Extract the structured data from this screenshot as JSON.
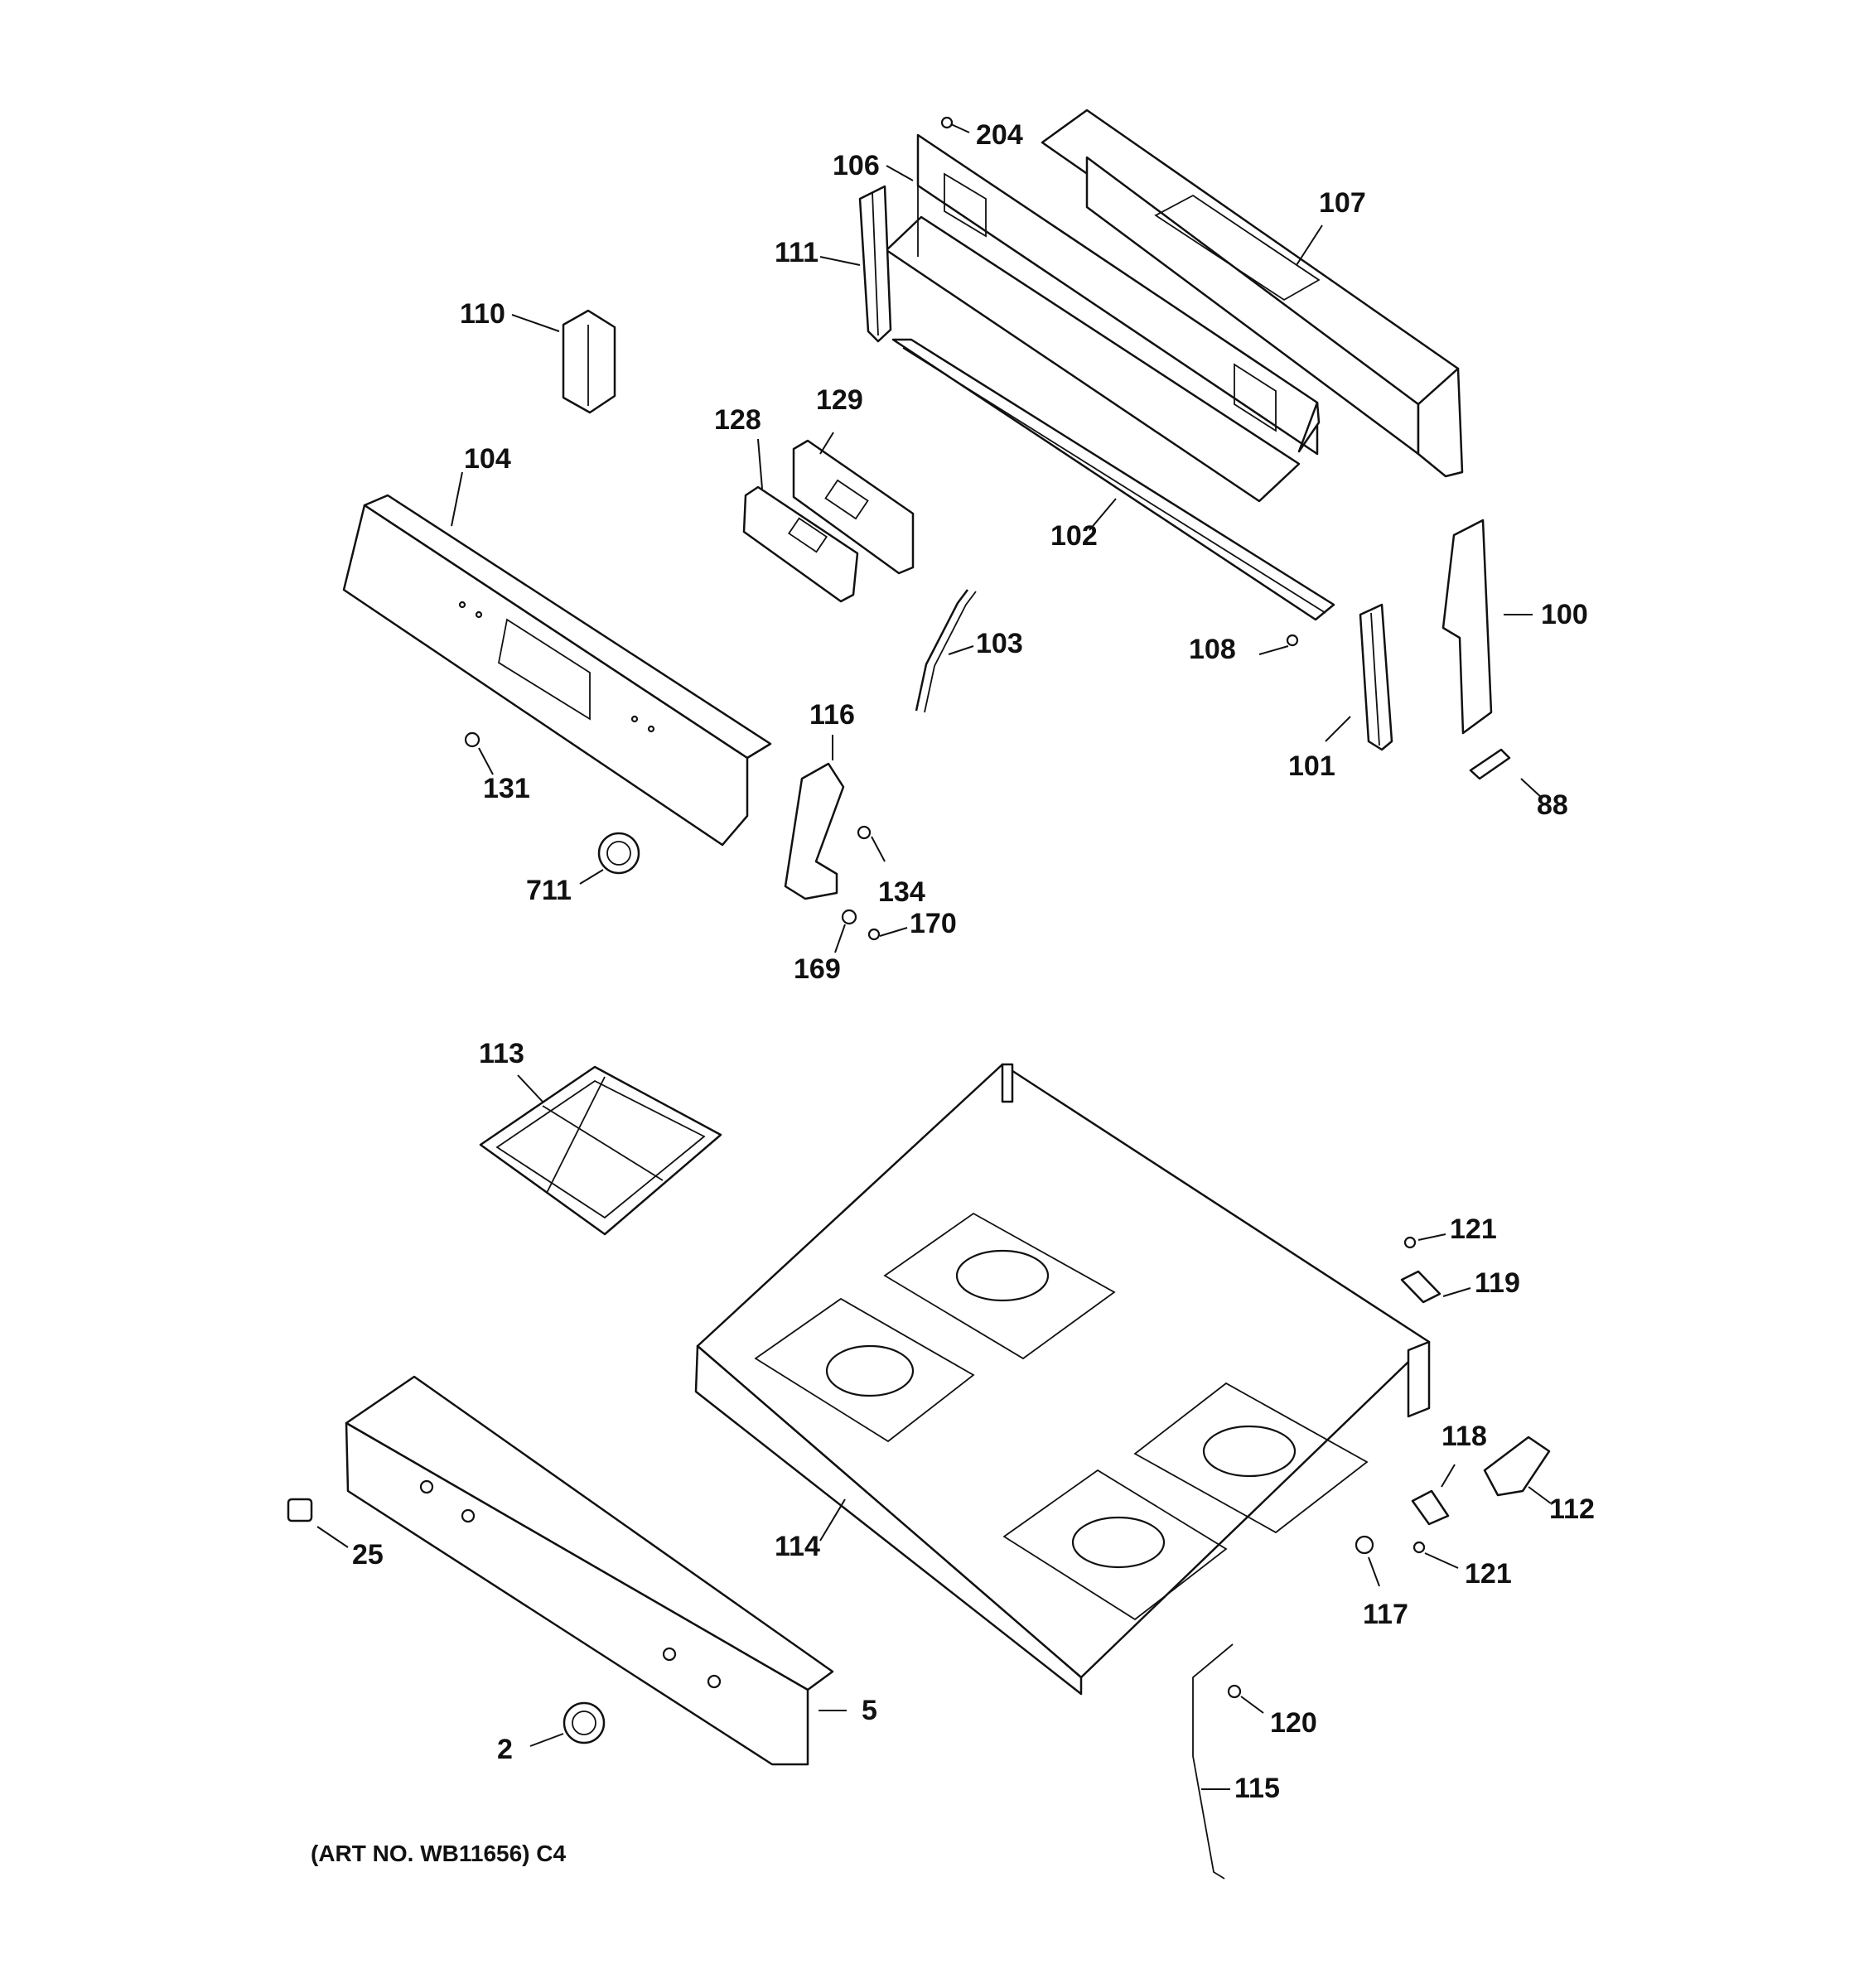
{
  "diagram": {
    "caption": "(ART NO. WB11656) C4",
    "callouts": {
      "c204": "204",
      "c106": "106",
      "c107": "107",
      "c111": "111",
      "c110": "110",
      "c128": "128",
      "c129": "129",
      "c104": "104",
      "c102": "102",
      "c100": "100",
      "c103": "103",
      "c108": "108",
      "c101": "101",
      "c88": "88",
      "c116": "116",
      "c131": "131",
      "c134": "134",
      "c711": "711",
      "c170": "170",
      "c169": "169",
      "c113": "113",
      "c121a": "121",
      "c119": "119",
      "c118": "118",
      "c112": "112",
      "c25": "25",
      "c114": "114",
      "c121b": "121",
      "c117": "117",
      "c120": "120",
      "c5": "5",
      "c2": "2",
      "c115": "115"
    }
  }
}
